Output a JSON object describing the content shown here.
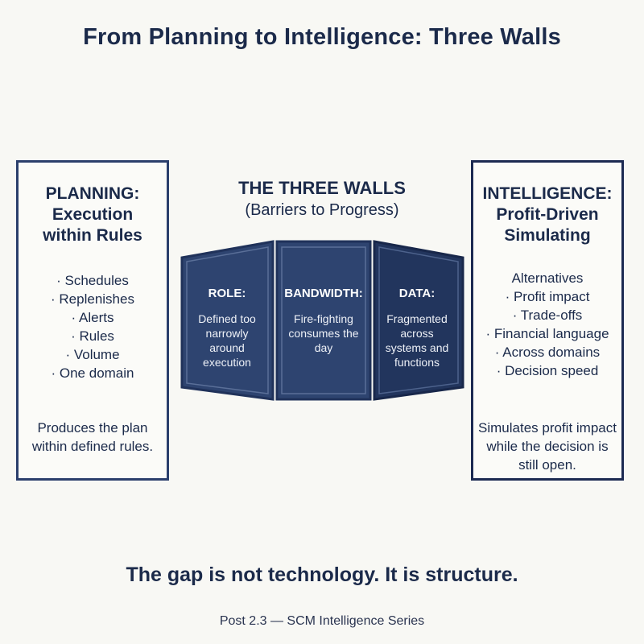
{
  "title": "From Planning to Intelligence: Three Walls",
  "planning": {
    "heading": [
      "PLANNING:",
      "Execution",
      "within Rules"
    ],
    "items": [
      "· Schedules",
      "· Replenishes",
      "· Alerts",
      "· Rules",
      "· Volume",
      "· One domain"
    ],
    "summary": "Produces the plan within defined rules."
  },
  "walls": {
    "title": "THE THREE WALLS",
    "subtitle": "(Barriers to Progress)",
    "items": [
      {
        "name": "ROLE:",
        "desc": "Defined too narrowly around execution"
      },
      {
        "name": "BANDWIDTH:",
        "desc": "Fire-fighting consumes the day"
      },
      {
        "name": "DATA:",
        "desc": "Fragmented across systems and functions"
      }
    ]
  },
  "intelligence": {
    "heading": [
      "INTELLIGENCE:",
      "Profit-Driven",
      "Simulating"
    ],
    "items": [
      "Alternatives",
      "· Profit impact",
      "· Trade-offs",
      "· Financial language",
      "· Across domains",
      "· Decision speed"
    ],
    "summary": "Simulates profit impact while the decision is still open."
  },
  "tagline": "The gap is not technology. It is structure.",
  "footer": "Post 2.3 — SCM Intelligence Series",
  "colors": {
    "navy": "#1b2a4a",
    "wall": "#2e4470",
    "wall_dark": "#22355d",
    "background": "#f8f8f4"
  }
}
